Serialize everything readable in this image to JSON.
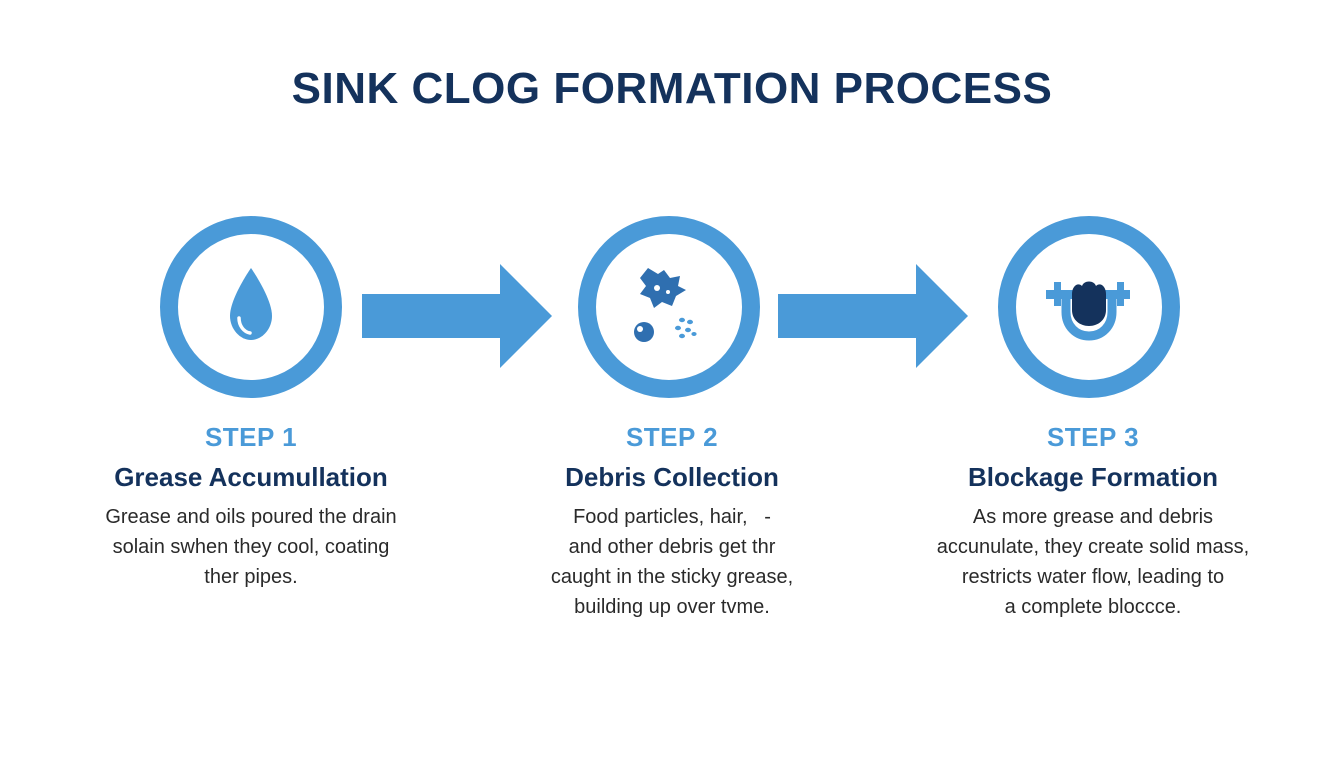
{
  "title": "SINK CLOG FORMATION PROCESS",
  "colors": {
    "accent": "#4a9ad8",
    "navy": "#14325c",
    "text": "#2a2a2a"
  },
  "steps": [
    {
      "label": "STEP 1",
      "heading": "Grease Accumullation",
      "icon": "water-drop-icon",
      "desc": [
        "Grease and oils poured the drain",
        "solain swhen they cool, coating",
        "ther pipes."
      ]
    },
    {
      "label": "STEP 2",
      "heading": "Debris Collection",
      "icon": "debris-particles-icon",
      "desc": [
        "Food particles, hair,   -",
        "and other debris get thr",
        "caught in the sticky grease,",
        "building up over tvme."
      ]
    },
    {
      "label": "STEP 3",
      "heading": "Blockage Formation",
      "icon": "clogged-pipe-icon",
      "desc": [
        "As more grease and debris",
        "accunulate, they create solid mass,",
        "restricts water flow, leading to",
        "a complete blocccе."
      ]
    }
  ]
}
